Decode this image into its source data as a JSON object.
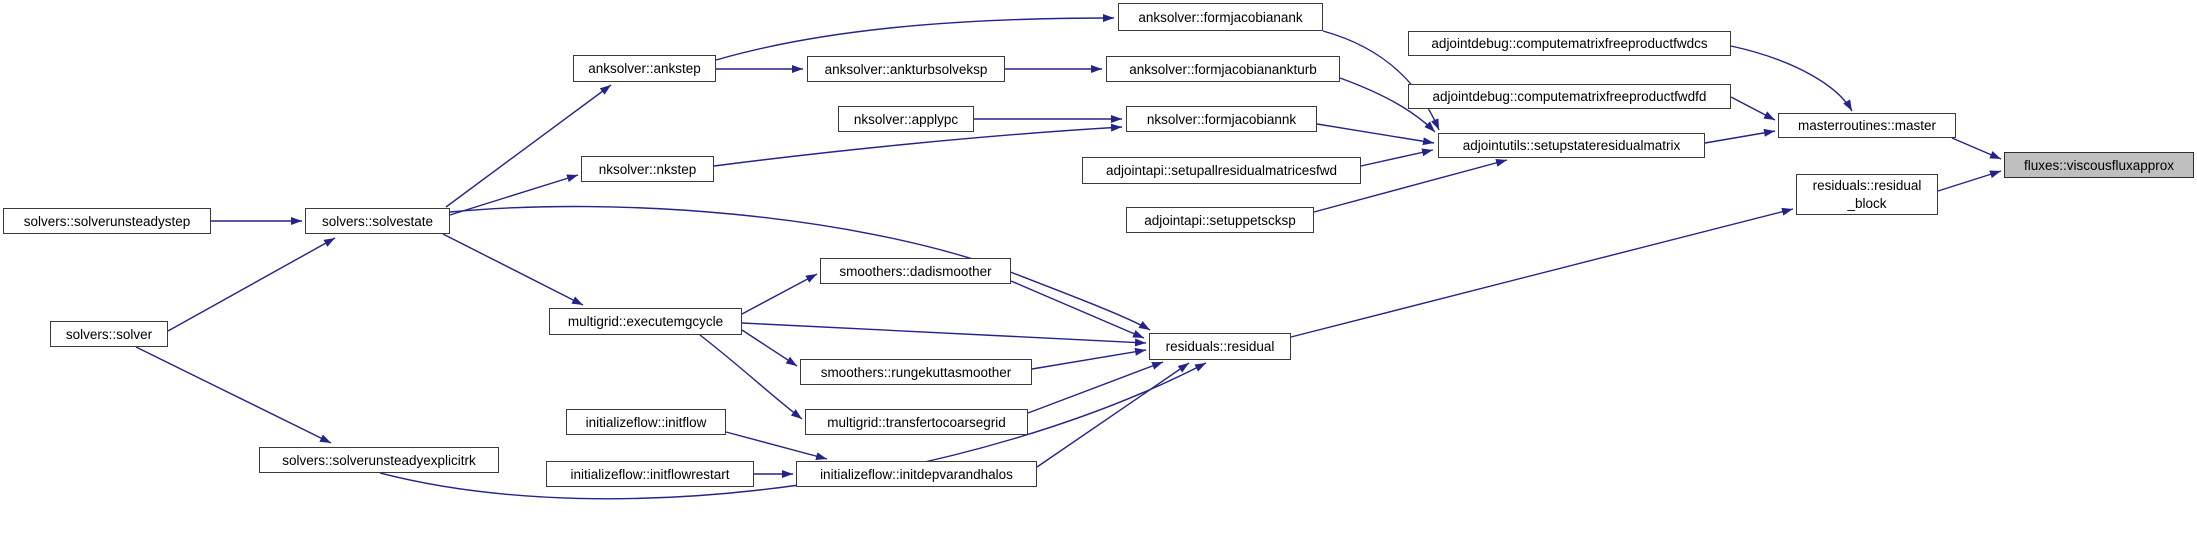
{
  "diagram": {
    "type": "call-graph",
    "highlighted_node": "fluxes::viscousfluxapprox",
    "colors": {
      "edge": "#23238a",
      "node_border": "#3a3a3a",
      "node_bg": "#ffffff",
      "highlight_bg": "#bfbfbf",
      "text": "#000000",
      "background": "#ffffff"
    },
    "nodes": [
      {
        "id": "solverunsteadystep",
        "label": "solvers::solverunsteadystep",
        "highlighted": false
      },
      {
        "id": "solver",
        "label": "solvers::solver",
        "highlighted": false
      },
      {
        "id": "solvestate",
        "label": "solvers::solvestate",
        "highlighted": false
      },
      {
        "id": "solverunsteadyexplicitrk",
        "label": "solvers::solverunsteadyexplicitrk",
        "highlighted": false
      },
      {
        "id": "ankstep",
        "label": "anksolver::ankstep",
        "highlighted": false
      },
      {
        "id": "nkstep",
        "label": "nksolver::nkstep",
        "highlighted": false
      },
      {
        "id": "executemgcycle",
        "label": "multigrid::executemgcycle",
        "highlighted": false
      },
      {
        "id": "initflow",
        "label": "initializeflow::initflow",
        "highlighted": false
      },
      {
        "id": "initflowrestart",
        "label": "initializeflow::initflowrestart",
        "highlighted": false
      },
      {
        "id": "ankturbsolveksp",
        "label": "anksolver::ankturbsolveksp",
        "highlighted": false
      },
      {
        "id": "applypc",
        "label": "nksolver::applypc",
        "highlighted": false
      },
      {
        "id": "dadismoother",
        "label": "smoothers::dadismoother",
        "highlighted": false
      },
      {
        "id": "rungekuttasmoother",
        "label": "smoothers::rungekuttasmoother",
        "highlighted": false
      },
      {
        "id": "transfertocoarsegrid",
        "label": "multigrid::transfertocoarsegrid",
        "highlighted": false
      },
      {
        "id": "initdepvarandhalos",
        "label": "initializeflow::initdepvarandhalos",
        "highlighted": false
      },
      {
        "id": "formjacobianank",
        "label": "anksolver::formjacobianank",
        "highlighted": false
      },
      {
        "id": "formjacobianankturb",
        "label": "anksolver::formjacobianankturb",
        "highlighted": false
      },
      {
        "id": "formjacobiannk",
        "label": "nksolver::formjacobiannk",
        "highlighted": false
      },
      {
        "id": "setupallresidualmatricesfwd",
        "label": "adjointapi::setupallresidualmatricesfwd",
        "highlighted": false
      },
      {
        "id": "setuppetscksp",
        "label": "adjointapi::setuppetscksp",
        "highlighted": false
      },
      {
        "id": "residual",
        "label": "residuals::residual",
        "highlighted": false
      },
      {
        "id": "computematrixfreeproductfwdcs",
        "label": "adjointdebug::computematrixfreeproductfwdcs",
        "highlighted": false
      },
      {
        "id": "computematrixfreeproductfwdfd",
        "label": "adjointdebug::computematrixfreeproductfwdfd",
        "highlighted": false
      },
      {
        "id": "setupstateresidualmatrix",
        "label": "adjointutils::setupstateresidualmatrix",
        "highlighted": false
      },
      {
        "id": "master",
        "label": "masterroutines::master",
        "highlighted": false
      },
      {
        "id": "residual_block",
        "label": "residuals::residual\n_block",
        "highlighted": false
      },
      {
        "id": "viscousfluxapprox",
        "label": "fluxes::viscousfluxapprox",
        "highlighted": true
      }
    ],
    "edges": [
      {
        "from": "solvers::solverunsteadystep",
        "to": "solvers::solvestate"
      },
      {
        "from": "solvers::solver",
        "to": "solvers::solvestate"
      },
      {
        "from": "solvers::solver",
        "to": "solvers::solverunsteadyexplicitrk"
      },
      {
        "from": "solvers::solvestate",
        "to": "anksolver::ankstep"
      },
      {
        "from": "solvers::solvestate",
        "to": "nksolver::nkstep"
      },
      {
        "from": "solvers::solvestate",
        "to": "multigrid::executemgcycle"
      },
      {
        "from": "solvers::solvestate",
        "to": "residuals::residual"
      },
      {
        "from": "anksolver::ankstep",
        "to": "anksolver::formjacobianank"
      },
      {
        "from": "anksolver::ankstep",
        "to": "anksolver::ankturbsolveksp"
      },
      {
        "from": "anksolver::ankturbsolveksp",
        "to": "anksolver::formjacobianankturb"
      },
      {
        "from": "nksolver::applypc",
        "to": "nksolver::formjacobiannk"
      },
      {
        "from": "nksolver::nkstep",
        "to": "nksolver::formjacobiannk"
      },
      {
        "from": "anksolver::formjacobianank",
        "to": "adjointutils::setupstateresidualmatrix"
      },
      {
        "from": "anksolver::formjacobianankturb",
        "to": "adjointutils::setupstateresidualmatrix"
      },
      {
        "from": "nksolver::formjacobiannk",
        "to": "adjointutils::setupstateresidualmatrix"
      },
      {
        "from": "adjointapi::setupallresidualmatricesfwd",
        "to": "adjointutils::setupstateresidualmatrix"
      },
      {
        "from": "adjointapi::setuppetscksp",
        "to": "adjointutils::setupstateresidualmatrix"
      },
      {
        "from": "adjointdebug::computematrixfreeproductfwdcs",
        "to": "masterroutines::master"
      },
      {
        "from": "adjointdebug::computematrixfreeproductfwdfd",
        "to": "masterroutines::master"
      },
      {
        "from": "adjointutils::setupstateresidualmatrix",
        "to": "masterroutines::master"
      },
      {
        "from": "masterroutines::master",
        "to": "fluxes::viscousfluxapprox"
      },
      {
        "from": "residuals::residual_block",
        "to": "fluxes::viscousfluxapprox"
      },
      {
        "from": "residuals::residual",
        "to": "residuals::residual_block"
      },
      {
        "from": "multigrid::executemgcycle",
        "to": "smoothers::dadismoother"
      },
      {
        "from": "multigrid::executemgcycle",
        "to": "smoothers::rungekuttasmoother"
      },
      {
        "from": "multigrid::executemgcycle",
        "to": "multigrid::transfertocoarsegrid"
      },
      {
        "from": "multigrid::executemgcycle",
        "to": "residuals::residual"
      },
      {
        "from": "smoothers::dadismoother",
        "to": "residuals::residual"
      },
      {
        "from": "smoothers::rungekuttasmoother",
        "to": "residuals::residual"
      },
      {
        "from": "multigrid::transfertocoarsegrid",
        "to": "residuals::residual"
      },
      {
        "from": "initializeflow::initflow",
        "to": "initializeflow::initdepvarandhalos"
      },
      {
        "from": "initializeflow::initflowrestart",
        "to": "initializeflow::initdepvarandhalos"
      },
      {
        "from": "initializeflow::initdepvarandhalos",
        "to": "residuals::residual"
      },
      {
        "from": "solvers::solverunsteadyexplicitrk",
        "to": "residuals::residual"
      }
    ]
  }
}
